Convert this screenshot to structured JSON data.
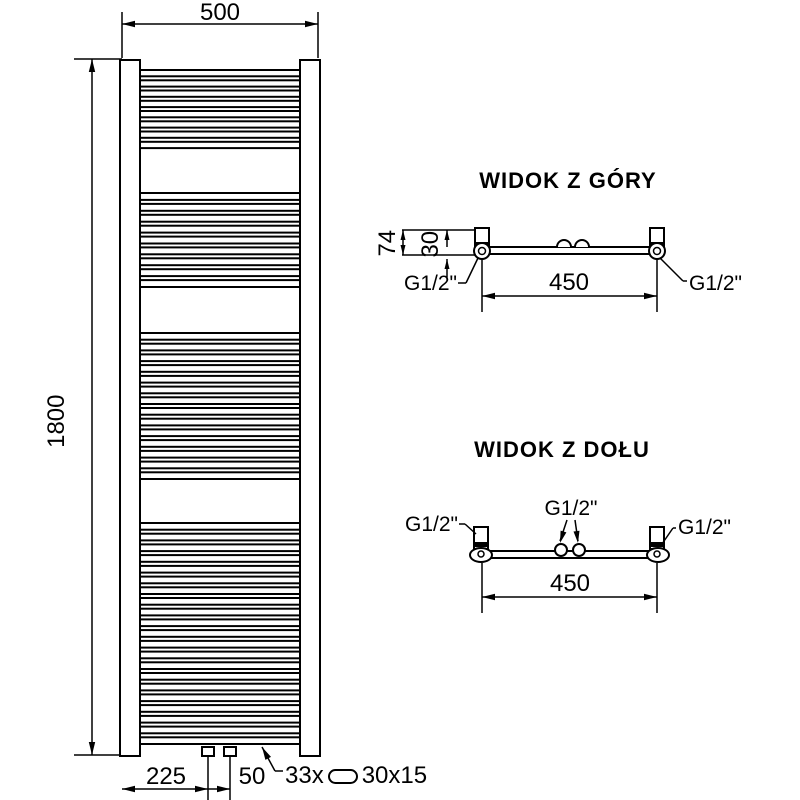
{
  "drawing": {
    "front_view": {
      "width_label": "500",
      "height_label": "1800",
      "bottom_offset_label": "225",
      "bottom_spacing_label": "50",
      "tube_count_label": "33x",
      "tube_profile_label": "30x15",
      "rung_groups": [
        {
          "start": 70,
          "end": 152,
          "count": 8
        },
        {
          "start": 193,
          "end": 291,
          "count": 9
        },
        {
          "start": 333,
          "end": 483,
          "count": 14
        },
        {
          "start": 523,
          "end": 748,
          "count": 21
        }
      ]
    },
    "top_view": {
      "title": "WIDOK Z GÓRY",
      "depth_label": "74",
      "axis_label": "30",
      "span_label": "450",
      "thread_left": "G1/2\"",
      "thread_right": "G1/2\""
    },
    "bottom_view": {
      "title": "WIDOK Z DOŁU",
      "span_label": "450",
      "thread_left": "G1/2\"",
      "thread_center": "G1/2\"",
      "thread_right": "G1/2\""
    },
    "colors": {
      "line": "#000000",
      "background": "#ffffff"
    }
  }
}
